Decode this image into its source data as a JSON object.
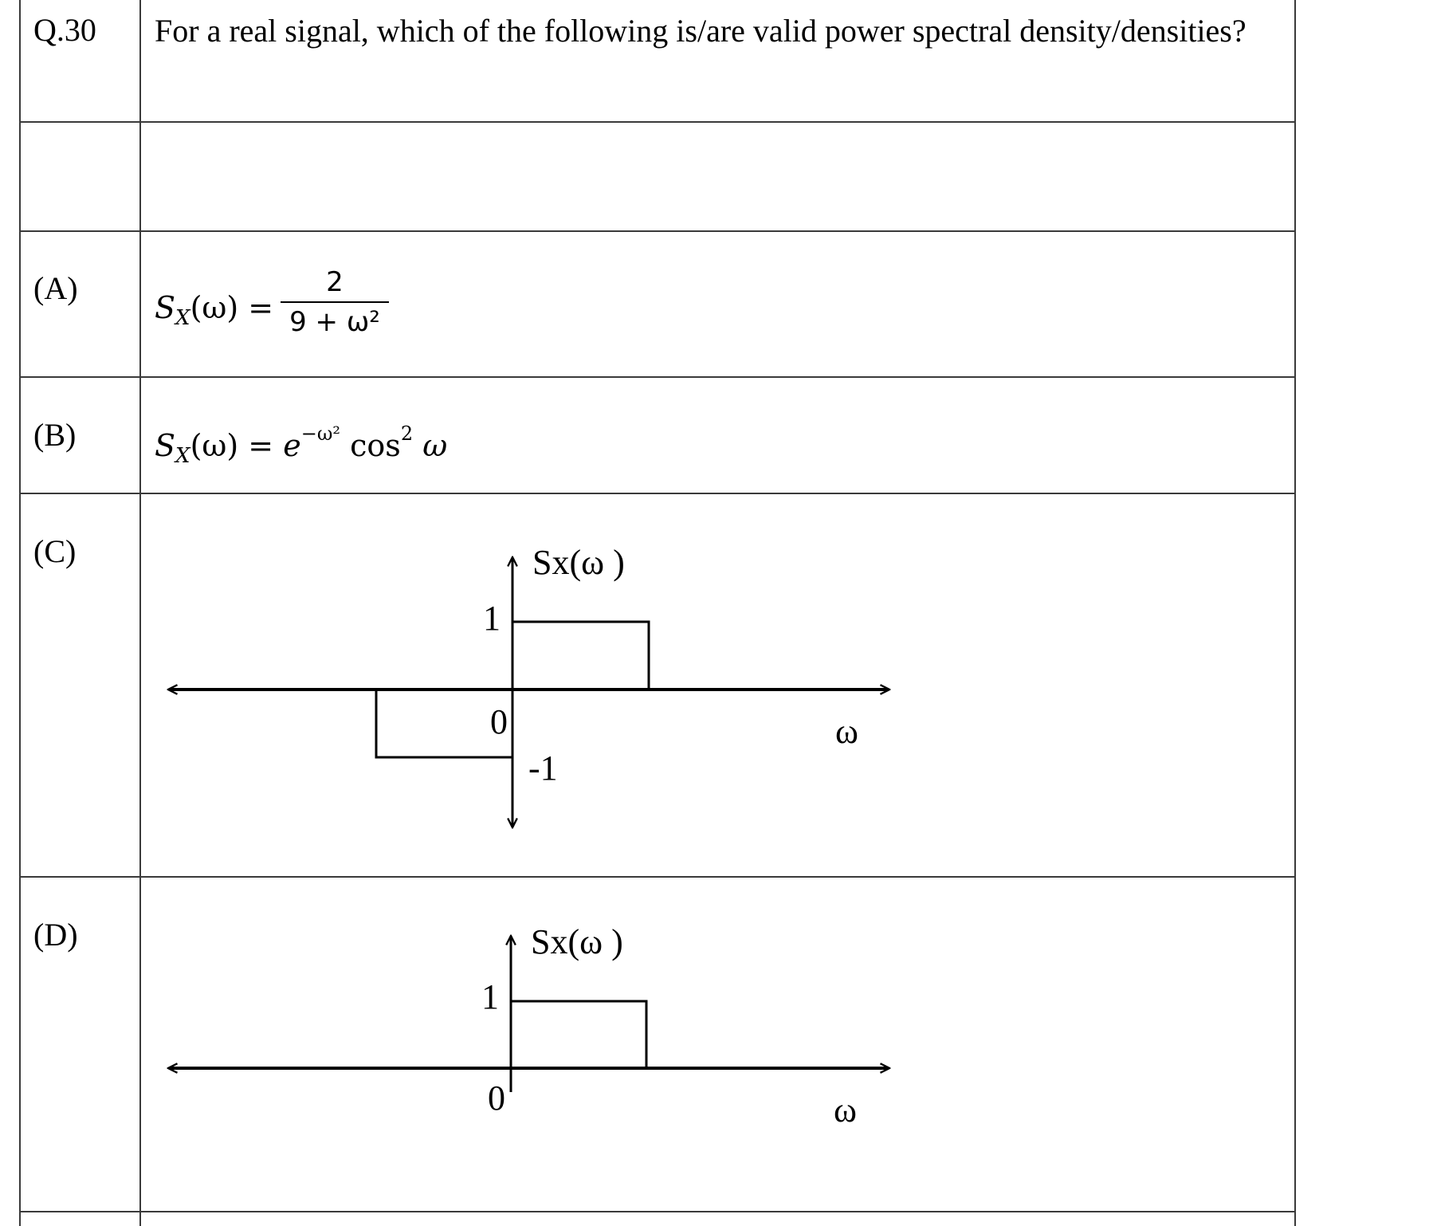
{
  "question": {
    "number": "Q.30",
    "text": "For a real signal, which of the following is/are valid power spectral density/densities?"
  },
  "options": [
    {
      "label": "(A)",
      "lhs_S": "S",
      "lhs_sub": "X",
      "lhs_arg": "(ω)",
      "equals": "=",
      "numerator": "2",
      "denominator": "9 + ω²"
    },
    {
      "label": "(B)",
      "lhs_S": "S",
      "lhs_sub": "X",
      "lhs_arg": "(ω)",
      "equals": "=",
      "base": "e",
      "exponent": "−ω²",
      "func": "cos",
      "func_power": "2",
      "func_arg": "ω"
    },
    {
      "label": "(C)",
      "graph_ylabel": "Sx(ω )",
      "tick_pos": "1",
      "tick_zero": "0",
      "tick_neg": "-1",
      "x_axis_label": "ω"
    },
    {
      "label": "(D)",
      "graph_ylabel": "Sx(ω )",
      "tick_pos": "1",
      "tick_zero": "0",
      "x_axis_label": "ω"
    }
  ],
  "chart_data": [
    {
      "type": "line",
      "title": "Sx(ω )",
      "xlabel": "ω",
      "ylabel": "Sx(ω )",
      "yticks": [
        -1,
        0,
        1
      ],
      "series": [
        {
          "x": [
            -1,
            -1,
            0,
            0,
            1,
            1
          ],
          "y": [
            0,
            -1,
            -1,
            1,
            1,
            0
          ]
        }
      ]
    },
    {
      "type": "line",
      "title": "Sx(ω )",
      "xlabel": "ω",
      "ylabel": "Sx(ω )",
      "yticks": [
        0,
        1
      ],
      "series": [
        {
          "x": [
            0,
            0,
            1,
            1
          ],
          "y": [
            0,
            1,
            1,
            0
          ]
        }
      ]
    }
  ]
}
